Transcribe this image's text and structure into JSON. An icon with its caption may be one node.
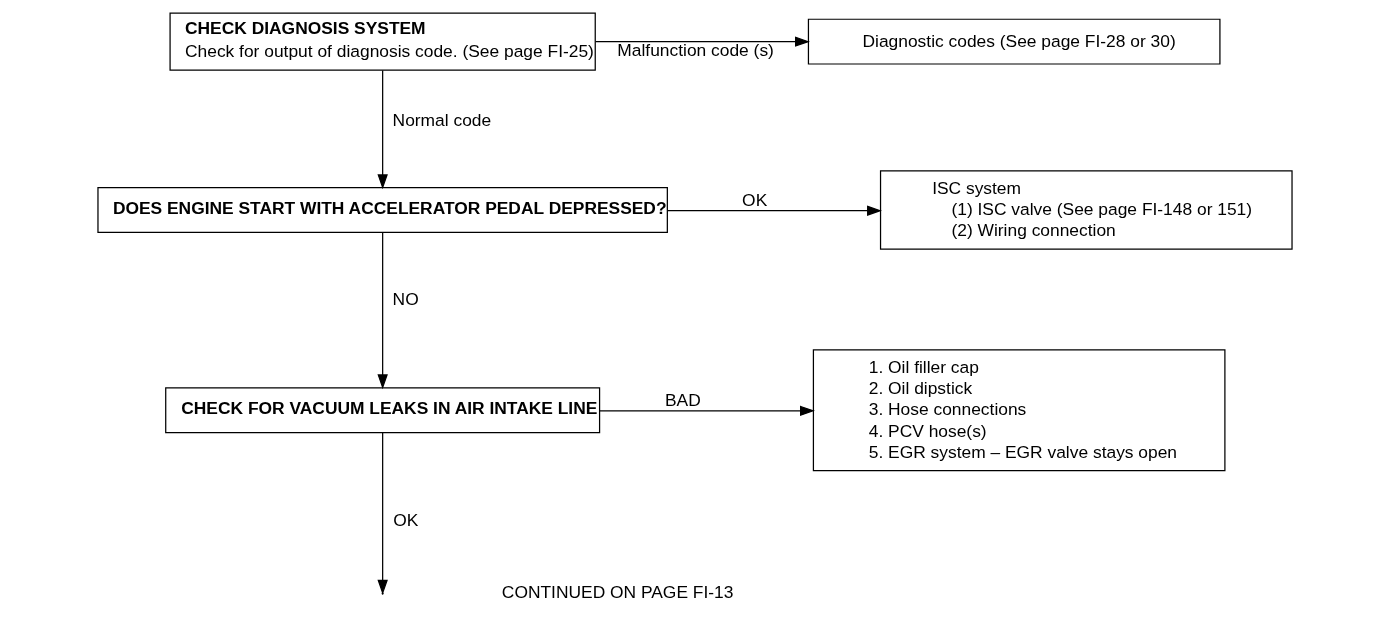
{
  "diagram": {
    "nodes": [
      {
        "text": [
          "CHECK DIAGNOSIS SYSTEM",
          "Check for output of diagnosis code. (See page FI-25)"
        ]
      },
      {
        "text": [
          "Diagnostic codes (See page FI-28 or 30)"
        ]
      },
      {
        "text": [
          "DOES ENGINE START WITH ACCELERATOR PEDAL DEPRESSED?"
        ]
      },
      {
        "text": [
          "ISC system",
          "(1) ISC valve (See page FI-148 or 151)",
          "(2) Wiring connection"
        ]
      },
      {
        "text": [
          "CHECK FOR VACUUM LEAKS IN AIR INTAKE LINE"
        ]
      },
      {
        "text": [
          "1. Oil filler cap",
          "2. Oil dipstick",
          "3. Hose connections",
          "4. PCV hose(s)",
          "5. EGR system – EGR valve stays open"
        ]
      }
    ],
    "edges": [
      {
        "from": 0,
        "to": 1,
        "arrow": "to",
        "label": "Malfunction code (s)"
      },
      {
        "from": 0,
        "to": 2,
        "arrow": "to",
        "label": "Normal code"
      },
      {
        "from": 2,
        "to": 3,
        "arrow": "to",
        "label": "OK"
      },
      {
        "from": 2,
        "to": 4,
        "arrow": "to",
        "label": "NO"
      },
      {
        "from": 4,
        "to": 5,
        "arrow": "to",
        "label": "BAD"
      },
      {
        "from": 4,
        "to": null,
        "arrow": "to",
        "label": "OK"
      }
    ],
    "labels": [
      "CONTINUED ON PAGE FI-13"
    ]
  }
}
